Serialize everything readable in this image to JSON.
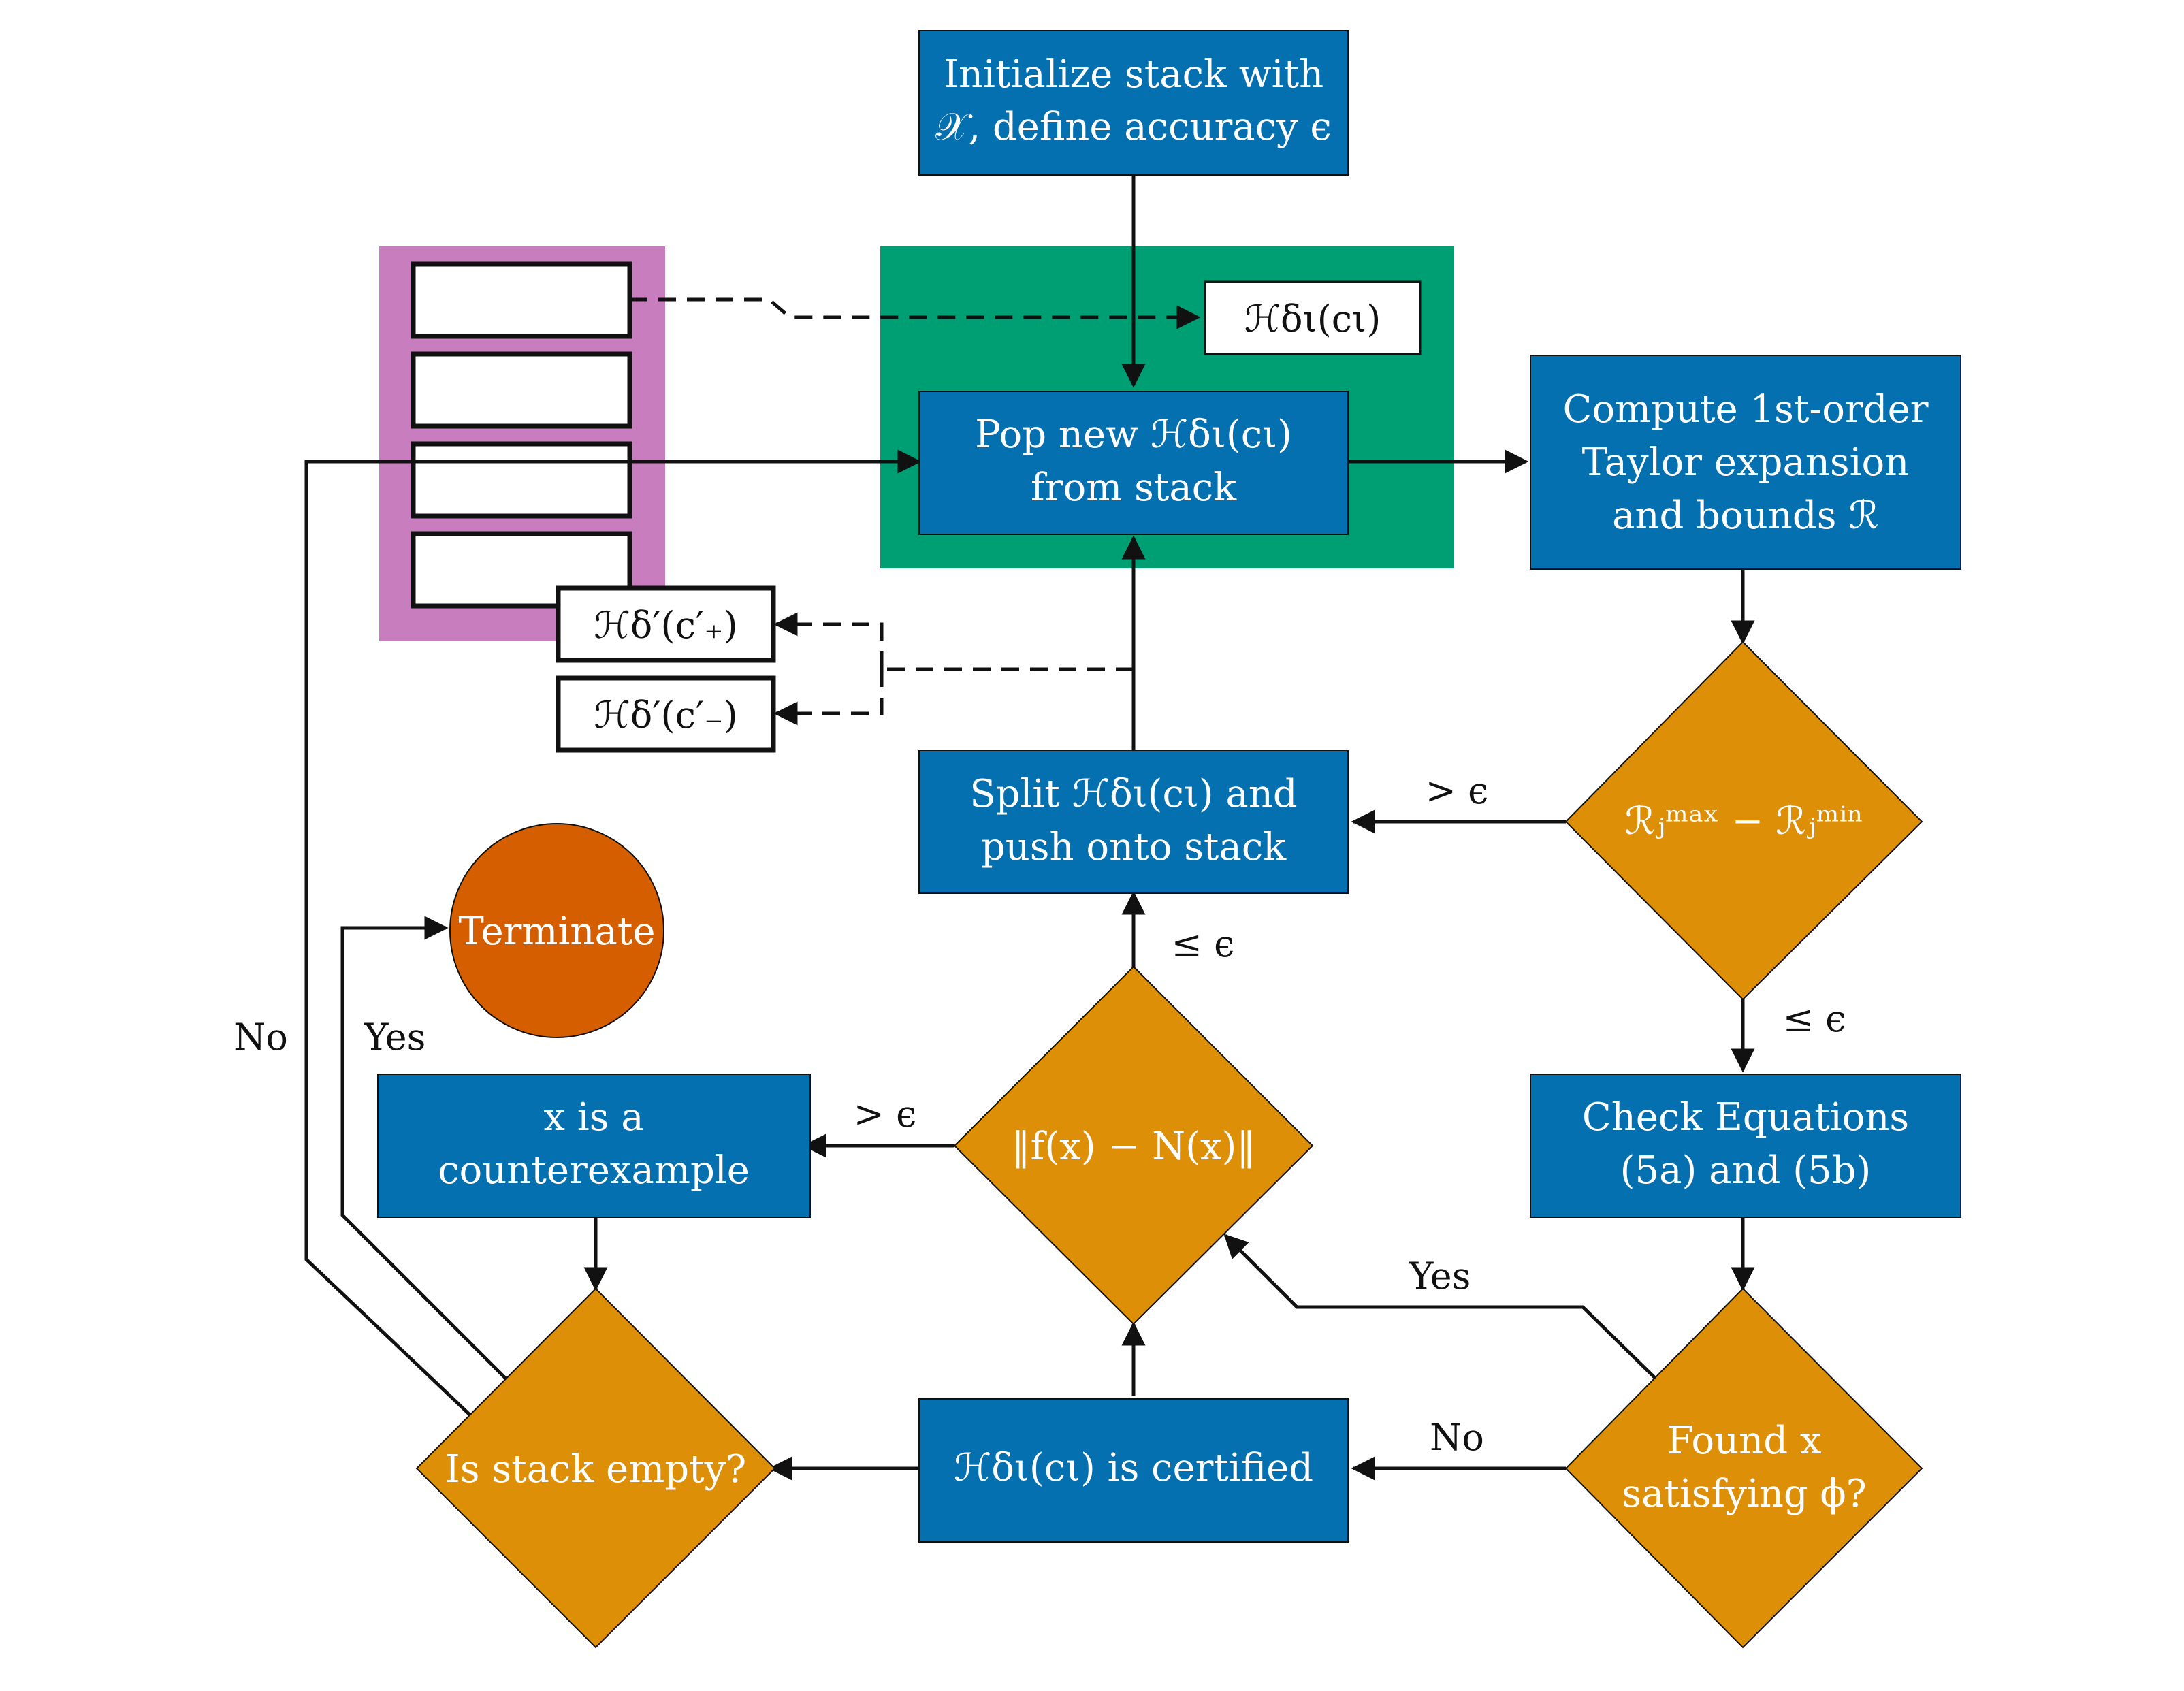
{
  "colors": {
    "process": "#0570b0",
    "decision": "#dd8f07",
    "highlight": "#009e73",
    "stack": "#c87dbf",
    "terminal": "#d55e00"
  },
  "nodes": {
    "init": [
      "Initialize stack with",
      "𝒳, define accuracy ϵ"
    ],
    "pop": [
      "Pop new ℋδι(cι)",
      "from stack"
    ],
    "current_box": "ℋδι(cι)",
    "taylor": [
      "Compute 1st-order",
      "Taylor expansion",
      "and bounds ℛ"
    ],
    "remainder_check": "ℛⱼᵐᵃˣ − ℛⱼᵐⁱⁿ",
    "split": [
      "Split ℋδι(cι) and",
      "push onto stack"
    ],
    "child_plus": "ℋδ′(c′₊)",
    "child_minus": "ℋδ′(c′₋)",
    "terminate": "Terminate",
    "check_eq": [
      "Check Equations",
      "(5a) and (5b)"
    ],
    "error_check": "‖f(x) − N(x)‖",
    "counterexample": [
      "x is a",
      "counterexample"
    ],
    "found": [
      "Found x",
      "satisfying ϕ?"
    ],
    "certified": "ℋδι(cι) is certified",
    "stack_empty": "Is stack empty?"
  },
  "edge_labels": {
    "gt_eps_split": "> ϵ",
    "le_eps_check": "≤ ϵ",
    "le_eps_split": "≤ ϵ",
    "gt_eps_counter": "> ϵ",
    "yes_found": "Yes",
    "no_found": "No",
    "no_stack": "No",
    "yes_stack": "Yes"
  }
}
